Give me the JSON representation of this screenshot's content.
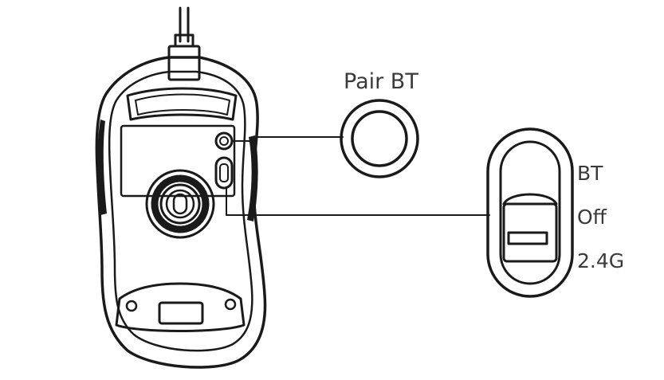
{
  "labels": {
    "pair_button": "Pair BT",
    "switch_top": "BT",
    "switch_middle": "Off",
    "switch_bottom": "2.4G"
  },
  "colors": {
    "line": "#1a1a1a",
    "text": "#3a3a3a",
    "background": "#ffffff"
  },
  "icons": {
    "mouse": "mouse-underside-icon",
    "sensor": "optical-sensor-icon",
    "pair": "pair-button-icon",
    "switch": "mode-switch-icon"
  }
}
